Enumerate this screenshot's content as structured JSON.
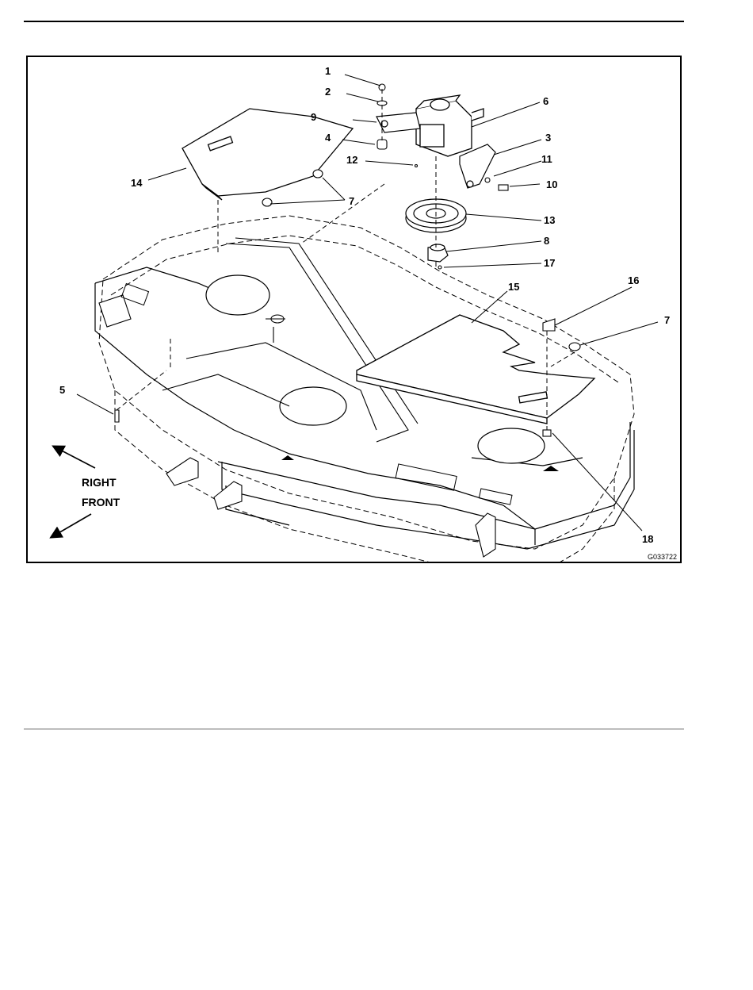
{
  "callouts": {
    "c1": "1",
    "c2": "2",
    "c3": "3",
    "c4": "4",
    "c5": "5",
    "c6": "6",
    "c7a": "7",
    "c7b": "7",
    "c8": "8",
    "c9": "9",
    "c10": "10",
    "c11": "11",
    "c12": "12",
    "c13": "13",
    "c14": "14",
    "c15": "15",
    "c16": "16",
    "c17": "17",
    "c18": "18"
  },
  "directions": {
    "right": "RIGHT",
    "front": "FRONT"
  },
  "figure_id": "G033722"
}
